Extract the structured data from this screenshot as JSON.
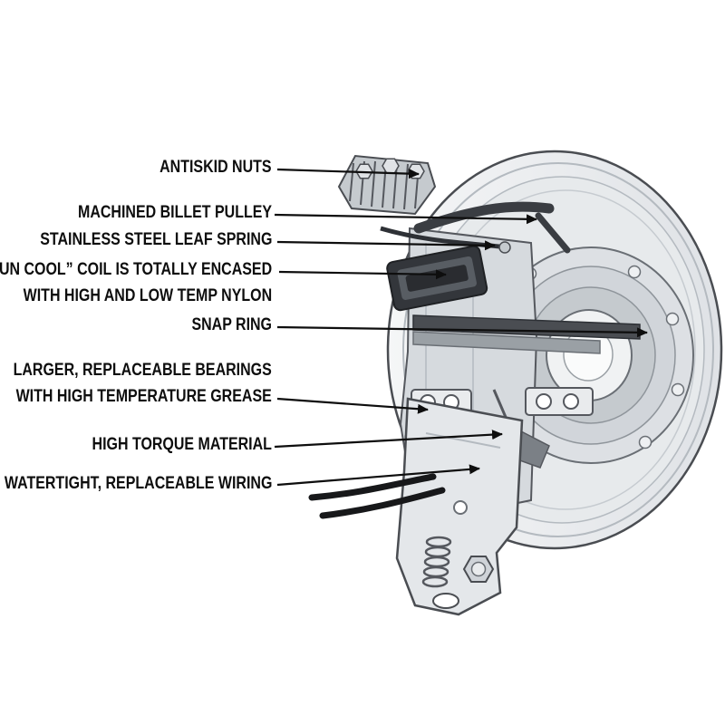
{
  "diagram": {
    "callouts": [
      {
        "id": "antiskid-nuts",
        "line1": "ANTISKID NUTS"
      },
      {
        "id": "machined-billet-pulley",
        "line1": "MACHINED BILLET PULLEY"
      },
      {
        "id": "stainless-steel-leaf-spring",
        "line1": "STAINLESS STEEL LEAF SPRING"
      },
      {
        "id": "run-cool-coil",
        "line1": "“RUN COOL” COIL IS TOTALLY ENCASED",
        "line2": "WITH HIGH AND LOW TEMP NYLON"
      },
      {
        "id": "snap-ring",
        "line1": "SNAP RING"
      },
      {
        "id": "replaceable-bearings",
        "line1": "LARGER, REPLACEABLE BEARINGS",
        "line2": "WITH HIGH TEMPERATURE GREASE"
      },
      {
        "id": "high-torque-material",
        "line1": "HIGH TORQUE MATERIAL"
      },
      {
        "id": "watertight-wiring",
        "line1": "WATERTIGHT, REPLACEABLE WIRING"
      }
    ],
    "colors": {
      "background": "#ffffff",
      "label_text": "#0e0e0e",
      "arrow": "#0e0e0e",
      "metal_light": "#eef0f2",
      "metal_mid": "#cdd2d7",
      "metal_dark": "#33363b",
      "wire": "#17181a"
    }
  }
}
